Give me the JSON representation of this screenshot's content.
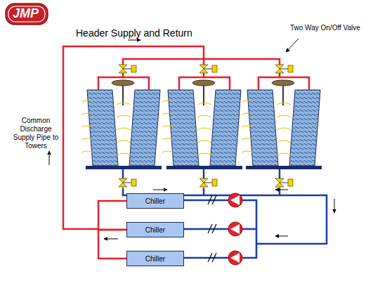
{
  "diagram": {
    "title": "Header Supply and Return",
    "nodes": [
      {
        "text": [
          "Chiller"
        ]
      },
      {
        "text": [
          "Chiller"
        ]
      },
      {
        "text": [
          "Chiller"
        ]
      }
    ],
    "edges": [
      {
        "from": 0,
        "to": 1,
        "arrow": "none"
      },
      {
        "from": 1,
        "to": 2,
        "arrow": "none"
      }
    ],
    "labels": [
      "JMP",
      "Two Way On/Off Valve",
      "Common Discharge Supply Pipe to Towers"
    ]
  }
}
